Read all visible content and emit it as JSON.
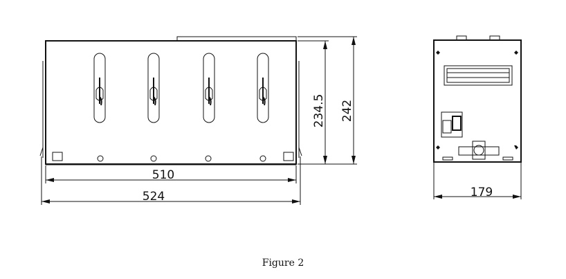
{
  "dimensions": {
    "inner_width": "510",
    "outer_width": "524",
    "inner_height": "234.5",
    "outer_height": "242",
    "side_depth": "179"
  },
  "caption": "Figure 2"
}
